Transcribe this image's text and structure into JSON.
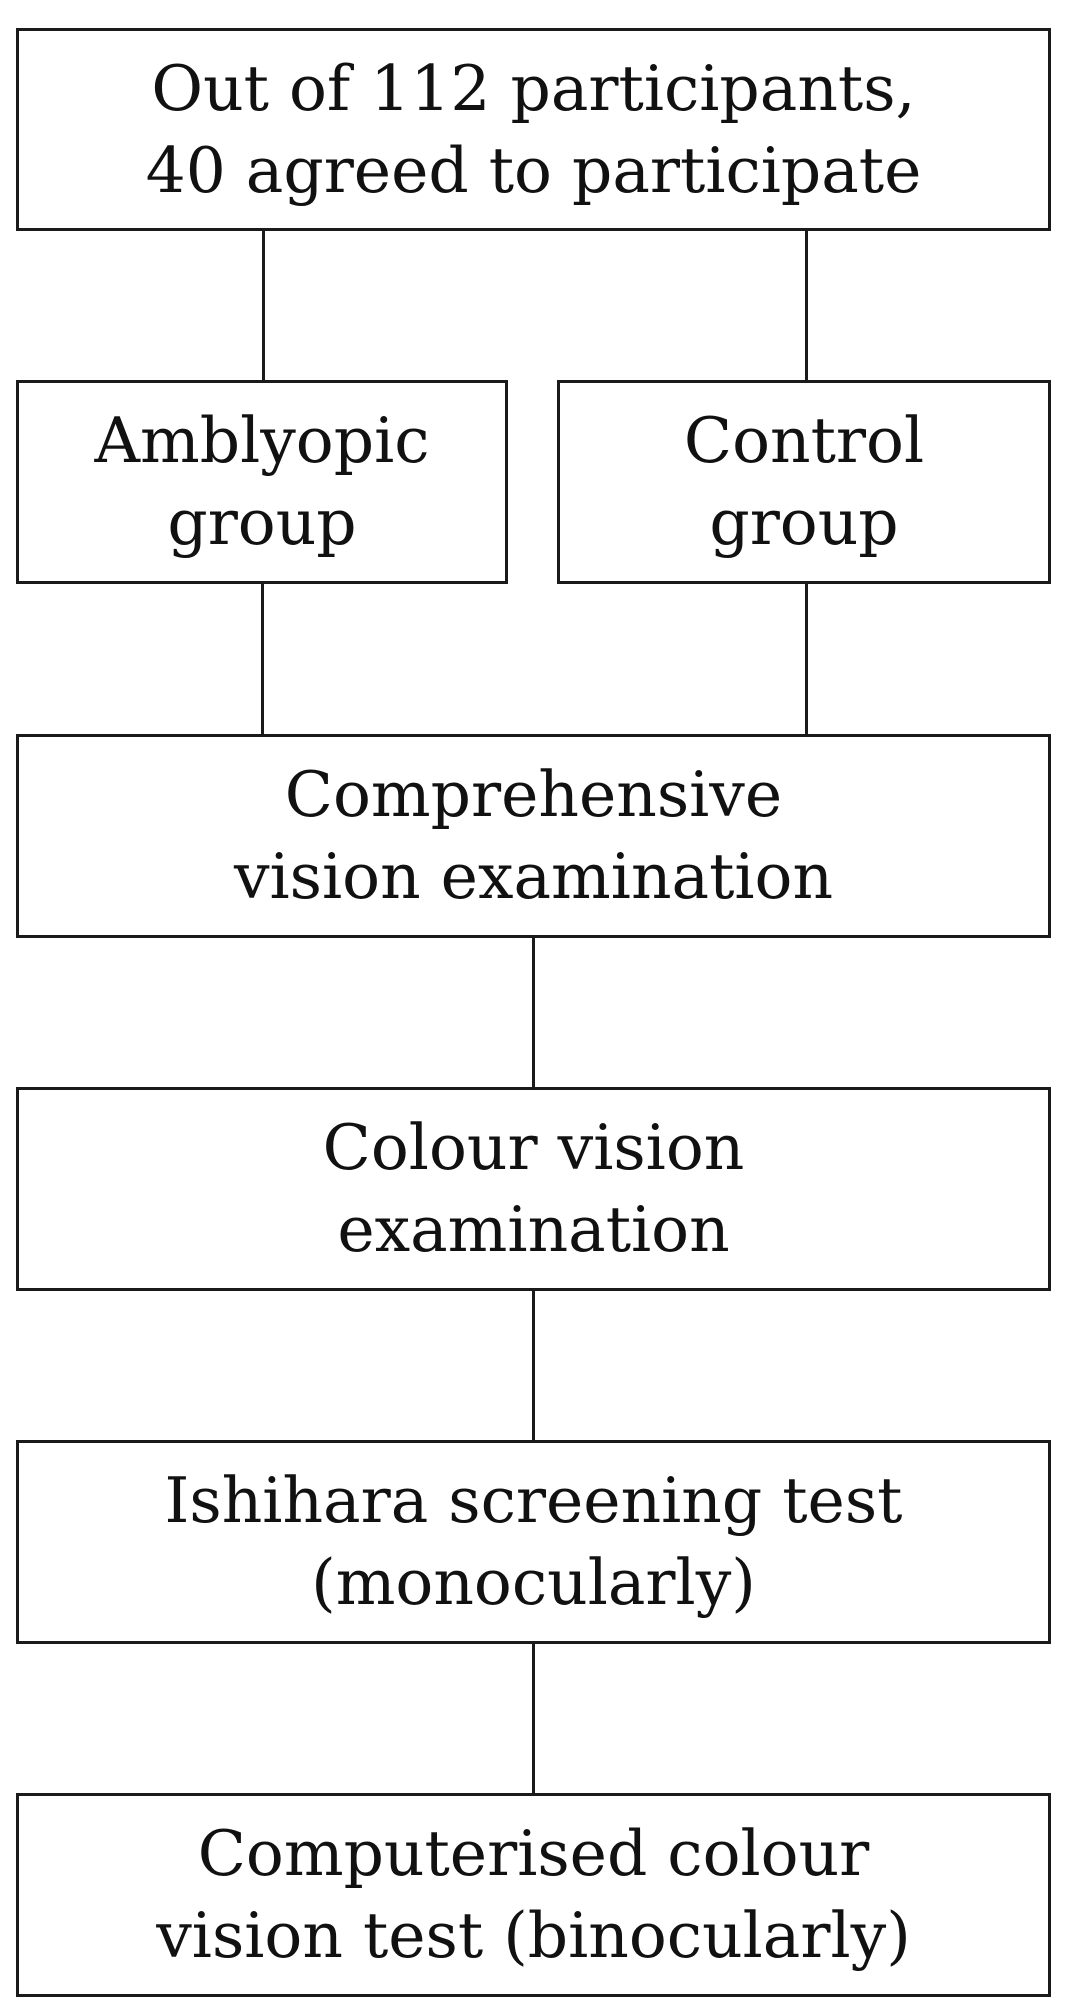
{
  "flowchart": {
    "recruitment": {
      "line1": "Out of 112 participants,",
      "line2": "40 agreed to participate"
    },
    "amblyopic_group": {
      "line1": "Amblyopic",
      "line2": "group"
    },
    "control_group": {
      "line1": "Control",
      "line2": "group"
    },
    "comprehensive_exam": {
      "line1": "Comprehensive",
      "line2": "vision examination"
    },
    "colour_vision_exam": {
      "line1": "Colour vision",
      "line2": "examination"
    },
    "ishihara_test": {
      "line1": "Ishihara screening test",
      "line2": "(monocularly)"
    },
    "computerised_test": {
      "line1": "Computerised colour",
      "line2": "vision test (binocularly)"
    }
  }
}
